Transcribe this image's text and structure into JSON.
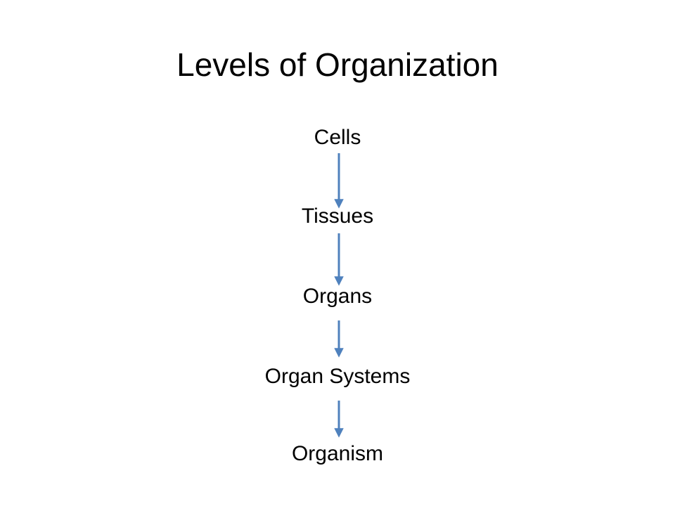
{
  "title": "Levels of Organization",
  "levels": [
    {
      "label": "Cells"
    },
    {
      "label": "Tissues"
    },
    {
      "label": "Organs"
    },
    {
      "label": "Organ Systems"
    },
    {
      "label": "Organism"
    }
  ],
  "arrow_color": "#4f81bd"
}
